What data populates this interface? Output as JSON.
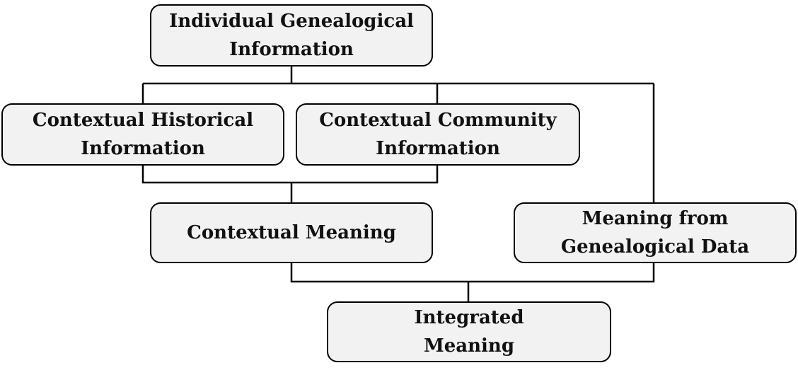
{
  "nodes": {
    "individual": {
      "line1": "Individual Genealogical",
      "line2": "Information"
    },
    "historical": {
      "line1": "Contextual Historical",
      "line2": "Information"
    },
    "community": {
      "line1": "Contextual Community",
      "line2": "Information"
    },
    "contextual_meaning": {
      "line1": "Contextual Meaning"
    },
    "genealogical_meaning": {
      "line1": "Meaning from",
      "line2": "Genealogical Data"
    },
    "integrated": {
      "line1": "Integrated",
      "line2": "Meaning"
    }
  }
}
